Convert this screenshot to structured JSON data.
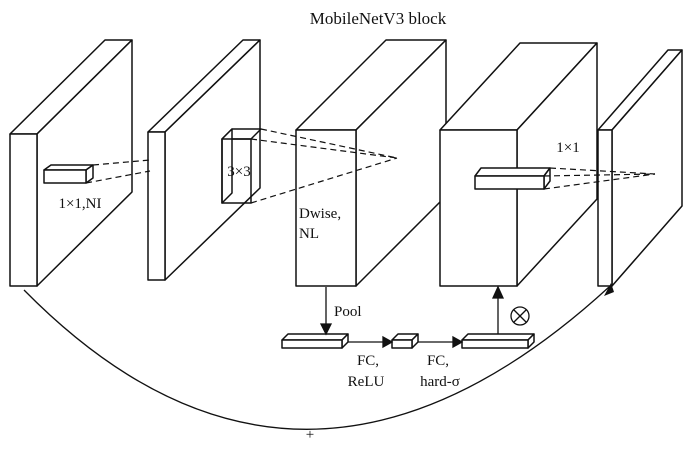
{
  "diagram": {
    "title": "MobileNetV3  block",
    "labels": {
      "conv1": "1×1,NI",
      "kernel3": "3×3",
      "dwise_line1": "Dwise,",
      "dwise_line2": "NL",
      "pool": "Pool",
      "fc1_line1": "FC,",
      "fc1_line2": "ReLU",
      "fc2_line1": "FC,",
      "fc2_line2": "hard-σ",
      "conv2": "1×1",
      "multiply": "⊗",
      "residual": "+"
    },
    "colors": {
      "stroke": "#111111",
      "background": "#ffffff"
    }
  }
}
